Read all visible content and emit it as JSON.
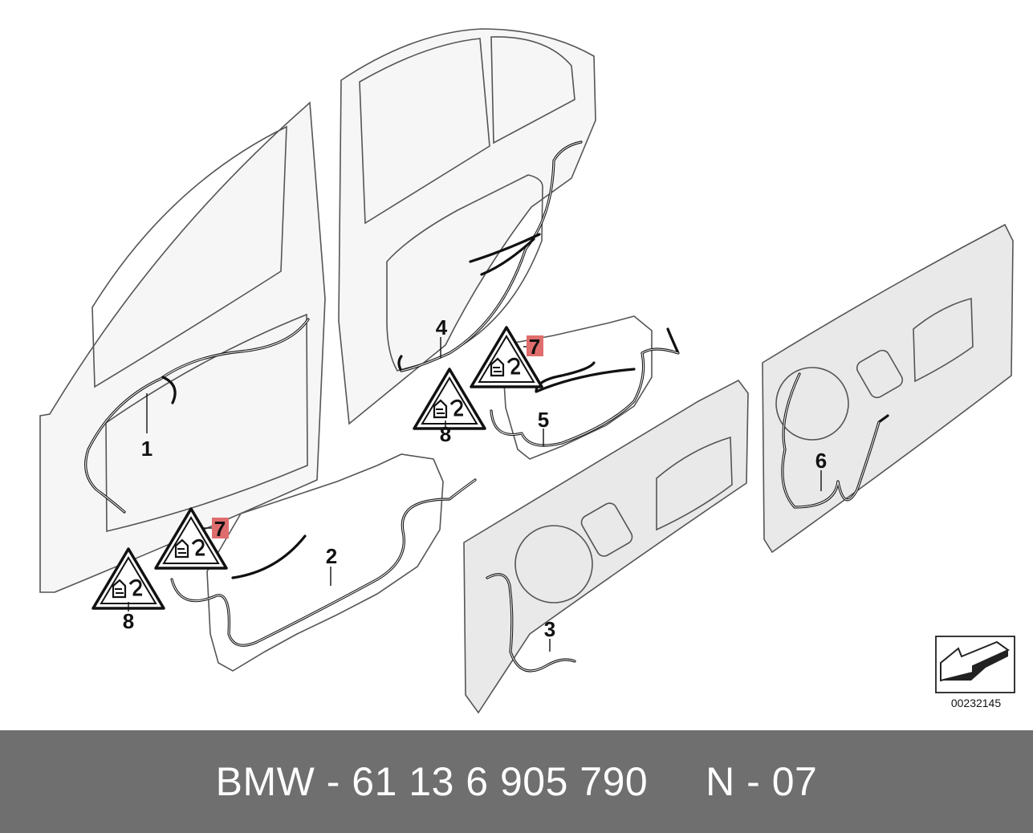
{
  "diagram": {
    "callouts": [
      {
        "label": "1"
      },
      {
        "label": "2"
      },
      {
        "label": "3"
      },
      {
        "label": "4"
      },
      {
        "label": "5"
      },
      {
        "label": "6"
      },
      {
        "label": "7",
        "highlighted": true
      },
      {
        "label": "7",
        "highlighted": true
      },
      {
        "label": "8"
      },
      {
        "label": "8"
      }
    ],
    "diagram_id": "00232145",
    "highlight_color": "#e06d6d",
    "icons": [
      "warning-triangle-icon",
      "direction-arrow-icon"
    ]
  },
  "footer": {
    "text": "BMW - 61 13 6 905 790     N - 07",
    "background": "#6f6f6f"
  }
}
